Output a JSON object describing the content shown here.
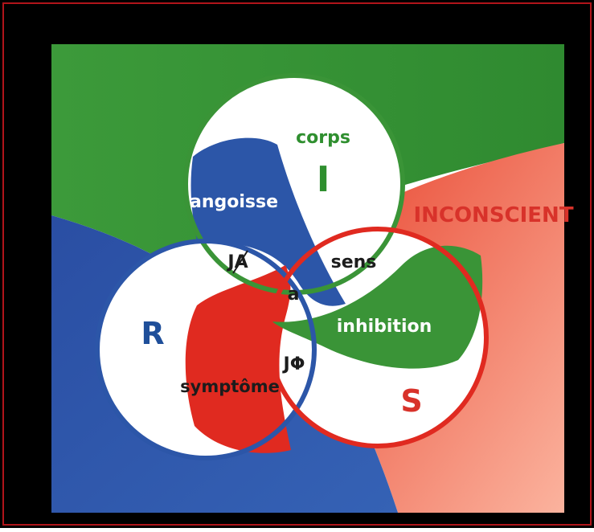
{
  "labels": {
    "corps": "corps",
    "I": "I",
    "angoisse": "angoisse",
    "inconscient": "INCONSCIENT",
    "JA": "JA",
    "sens": "sens",
    "a": "a",
    "R": "R",
    "inhibition": "inhibition",
    "Jphi": "JΦ",
    "symptome": "symptôme",
    "S": "S"
  },
  "colors": {
    "frame_outer": "#b0141a",
    "frame_black": "#000000",
    "green": "#3a9437",
    "blue": "#2c56a8",
    "red_dark": "#e02a20",
    "red_light": "#f7a08c",
    "white": "#ffffff",
    "blue_text": "#1f4f9a",
    "green_text": "#2f8f2f",
    "red_text": "#d8322a",
    "dark_text": "#1c1c1c"
  }
}
